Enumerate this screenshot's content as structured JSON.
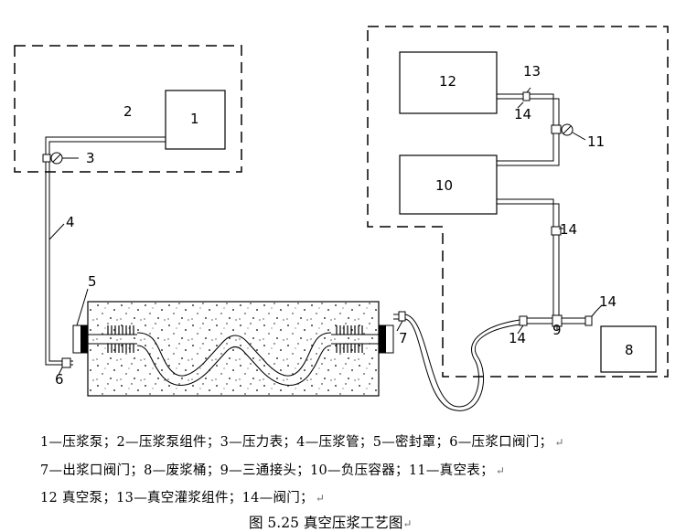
{
  "labels": {
    "n1": "1",
    "n2": "2",
    "n3": "3",
    "n4": "4",
    "n5": "5",
    "n6": "6",
    "n7": "7",
    "n8": "8",
    "n9": "9",
    "n10": "10",
    "n11": "11",
    "n12": "12",
    "n13": "13",
    "n14": "14"
  },
  "legend": {
    "line1": "1—压浆泵；2—压浆泵组件；3—压力表；4—压浆管；5—密封罩；6—压浆口阀门；",
    "line2": "7—出浆口阀门；8—废浆桶；9—三通接头；10—负压容器；11—真空表；",
    "line3": "12 真空泵；13—真空灌浆组件；14—阀门；",
    "para_mark": "↵"
  },
  "caption": "图 5.25  真空压浆工艺图"
}
